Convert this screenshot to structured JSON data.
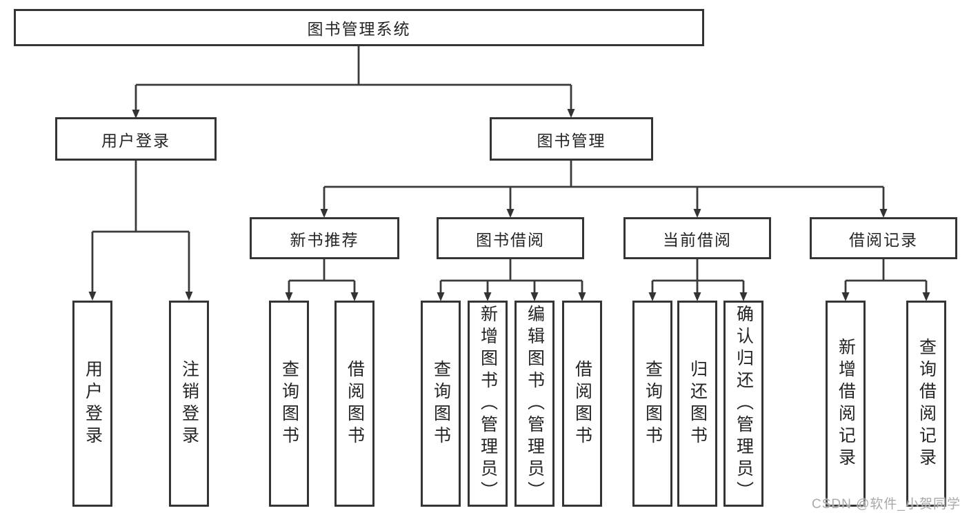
{
  "diagram": {
    "tree": {
      "label": "图书管理系统",
      "children": [
        {
          "label": "用户登录",
          "children": [
            {
              "label": "用户登录"
            },
            {
              "label": "注销登录"
            }
          ]
        },
        {
          "label": "图书管理",
          "children": [
            {
              "label": "新书推荐",
              "children": [
                {
                  "label": "查询图书"
                },
                {
                  "label": "借阅图书"
                }
              ]
            },
            {
              "label": "图书借阅",
              "children": [
                {
                  "label": "查询图书"
                },
                {
                  "label": "新增图书（管理员）"
                },
                {
                  "label": "编辑图书（管理员）"
                },
                {
                  "label": "借阅图书"
                }
              ]
            },
            {
              "label": "当前借阅",
              "children": [
                {
                  "label": "查询图书"
                },
                {
                  "label": "归还图书"
                },
                {
                  "label": "确认归还（管理员）"
                }
              ]
            },
            {
              "label": "借阅记录",
              "children": [
                {
                  "label": "新增借阅记录"
                },
                {
                  "label": "查询借阅记录"
                }
              ]
            }
          ]
        }
      ]
    },
    "colors": {
      "line": "#3a3a3a",
      "box_border": "#343434",
      "box_fill": "#ffffff",
      "text": "#242424",
      "watermark": "#a9a9a9"
    },
    "watermark": "CSDN @软件_小贺同学"
  }
}
